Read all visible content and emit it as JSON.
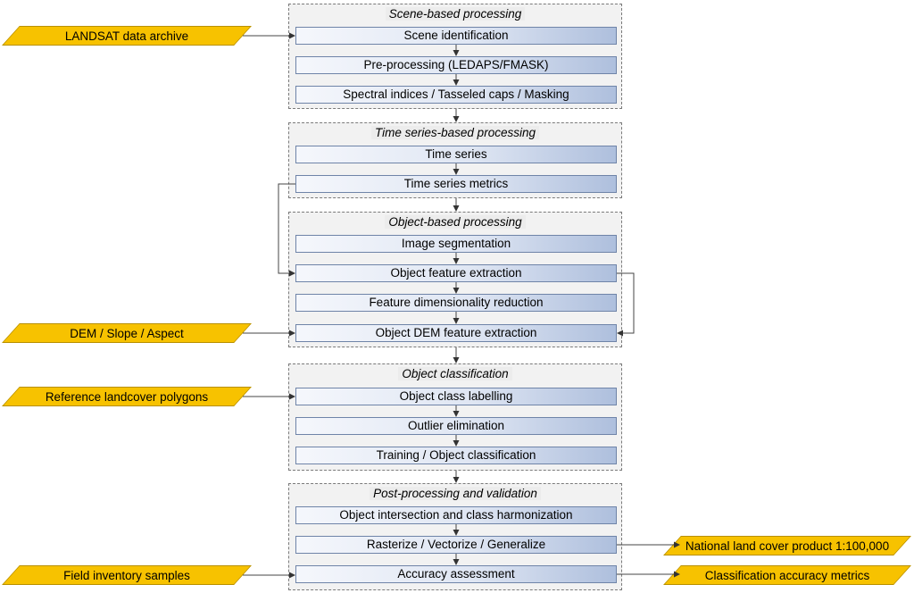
{
  "groups": {
    "scene": {
      "title": "Scene-based processing",
      "steps": [
        "Scene identification",
        "Pre-processing (LEDAPS/FMASK)",
        "Spectral indices / Tasseled caps / Masking"
      ]
    },
    "timeseries": {
      "title": "Time series-based processing",
      "steps": [
        "Time series",
        "Time series metrics"
      ]
    },
    "object": {
      "title": "Object-based processing",
      "steps": [
        "Image segmentation",
        "Object feature extraction",
        "Feature dimensionality reduction",
        "Object DEM feature extraction"
      ]
    },
    "classification": {
      "title": "Object classification",
      "steps": [
        "Object class labelling",
        "Outlier elimination",
        "Training / Object classification"
      ]
    },
    "postprocessing": {
      "title": "Post-processing and validation",
      "steps": [
        "Object intersection and class harmonization",
        "Rasterize / Vectorize / Generalize",
        "Accuracy assessment"
      ]
    }
  },
  "inputs": [
    "LANDSAT data archive",
    "DEM / Slope / Aspect",
    "Reference landcover polygons",
    "Field inventory samples"
  ],
  "outputs": [
    "National land cover product 1:100,000",
    "Classification accuracy metrics"
  ],
  "colors": {
    "io_fill": "#f7c200",
    "step_border": "#6f84a8",
    "group_bg": "#f2f2f2"
  }
}
